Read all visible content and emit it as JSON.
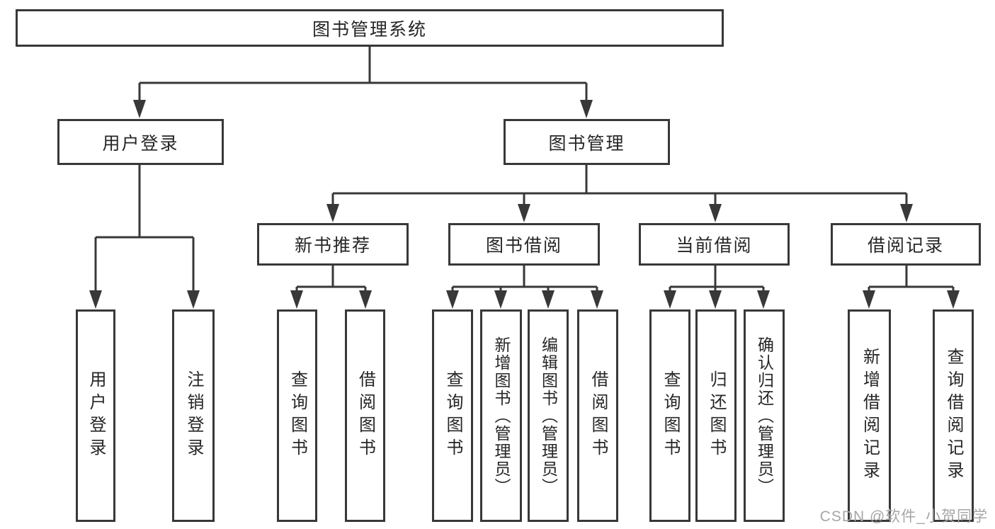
{
  "diagram": {
    "root": {
      "label": "图书管理系统"
    },
    "level2": [
      {
        "label": "用户登录"
      },
      {
        "label": "图书管理"
      }
    ],
    "level3": [
      {
        "label": "新书推荐"
      },
      {
        "label": "图书借阅"
      },
      {
        "label": "当前借阅"
      },
      {
        "label": "借阅记录"
      }
    ],
    "leaves": [
      {
        "label": "用户登录"
      },
      {
        "label": "注销登录"
      },
      {
        "label": "查询图书"
      },
      {
        "label": "借阅图书"
      },
      {
        "label": "查询图书"
      },
      {
        "label": "新增图书（管理员）"
      },
      {
        "label": "编辑图书（管理员）"
      },
      {
        "label": "借阅图书"
      },
      {
        "label": "查询图书"
      },
      {
        "label": "归还图书"
      },
      {
        "label": "确认归还（管理员）"
      },
      {
        "label": "新增借阅记录"
      },
      {
        "label": "查询借阅记录"
      }
    ]
  },
  "watermark": {
    "text": "CSDN @软件_小贺同学"
  },
  "colors": {
    "line": "#383838",
    "text": "#262626",
    "background": "#ffffff",
    "watermark": "#a6a6a6"
  }
}
